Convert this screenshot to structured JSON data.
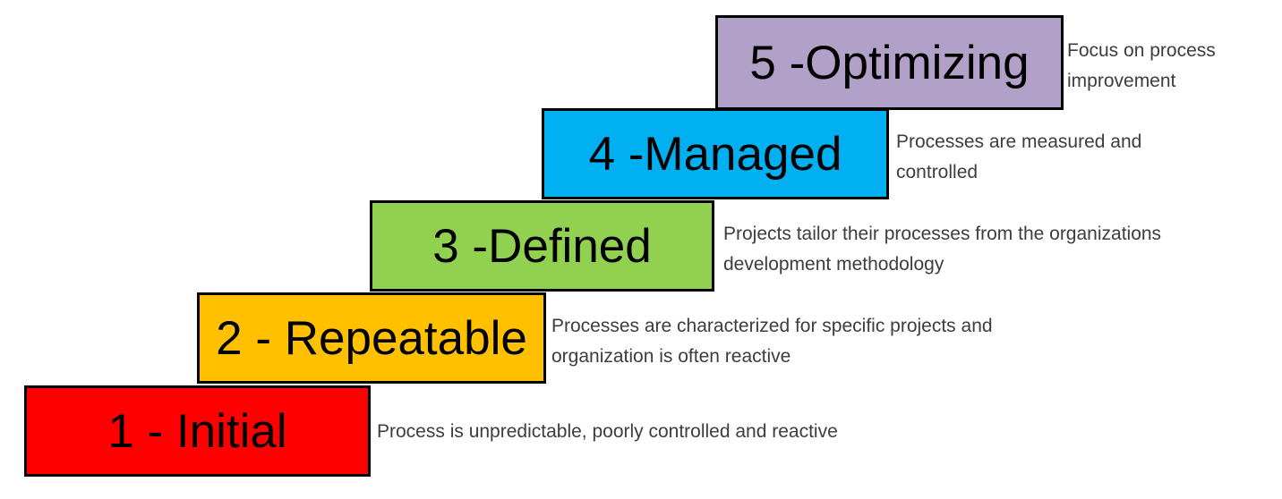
{
  "diagram": {
    "background": "#ffffff",
    "border_color": "#000000",
    "label_color": "#000000",
    "description_color": "#3d3d3d",
    "levels": [
      {
        "label": "1 - Initial",
        "color": "#ff0000",
        "description": "Process is unpredictable, poorly controlled and reactive"
      },
      {
        "label": "2 - Repeatable",
        "color": "#ffc000",
        "description": "Processes are characterized for specific projects and organization is often reactive"
      },
      {
        "label": "3 -Defined",
        "color": "#92d050",
        "description": "Projects tailor their processes from the organizations development methodology"
      },
      {
        "label": "4 -Managed",
        "color": "#00b0f0",
        "description": "Processes are measured and controlled"
      },
      {
        "label": "5 -Optimizing",
        "color": "#b1a0c7",
        "description": "Focus on process improvement"
      }
    ]
  }
}
